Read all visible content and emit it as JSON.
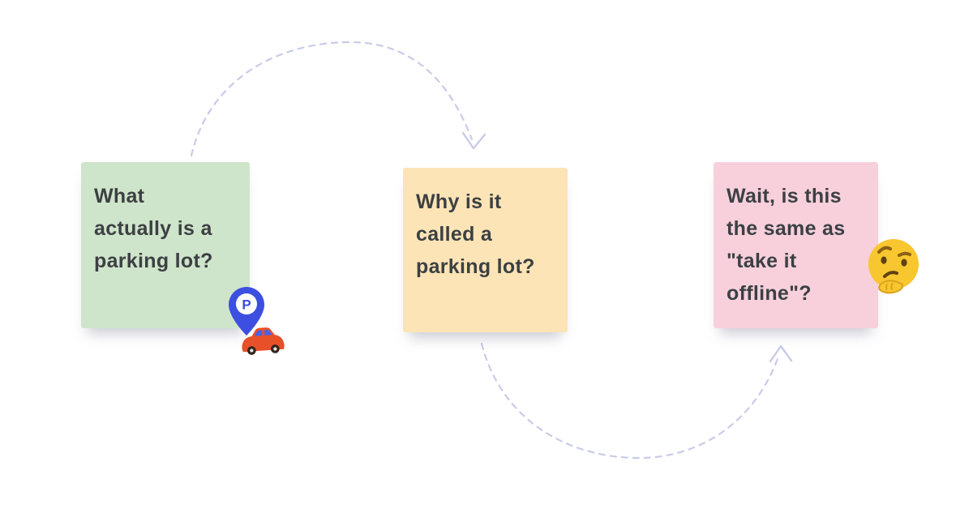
{
  "illustration": {
    "background": "#ffffff",
    "description": "Three sticky notes connected by dashed arrows"
  },
  "notes": [
    {
      "label": "sticky-note-green",
      "color": "#cfe5cb",
      "text": "What actually is a parking lot?",
      "lines": [
        "What",
        "actually is a",
        "parking lot?"
      ]
    },
    {
      "label": "sticky-note-orange",
      "color": "#fce4b6",
      "text": "Why is it called a parking lot?",
      "lines": [
        "Why is it",
        "called a",
        "parking lot?"
      ]
    },
    {
      "label": "sticky-note-pink",
      "color": "#f7d0dc",
      "text": "Wait, is this the same as \"take it offline\"?",
      "lines": [
        "Wait, is this",
        "the same as",
        "\"take it",
        "offline\"?"
      ]
    }
  ],
  "icons": {
    "parking_pin": {
      "name": "parking-pin-icon",
      "letter": "P"
    },
    "car": {
      "name": "car-icon"
    },
    "thinking_face": {
      "name": "thinking-face-icon"
    }
  },
  "colors": {
    "arrow": "#c9cbe8",
    "note_text": "#3c4043",
    "pin_blue": "#3d4fe0",
    "car_red": "#e8502a",
    "emoji_yellow": "#f8c62e"
  }
}
